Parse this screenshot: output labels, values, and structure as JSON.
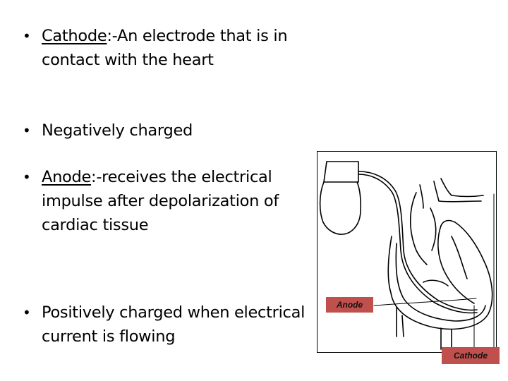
{
  "slide": {
    "bullets": [
      {
        "term": "Cathode",
        "text": ":-An electrode that is in contact with the heart"
      },
      {
        "term": "",
        "text": "Negatively charged"
      },
      {
        "term": "Anode",
        "text": ":-receives the electrical impulse after depolarization of cardiac tissue"
      },
      {
        "term": "",
        "text": "Positively charged when electrical current is flowing"
      }
    ],
    "bullet_glyph": "•"
  },
  "figure": {
    "description": "pacemaker-with-lead-in-heart-illustration",
    "labels": {
      "anode": "Anode",
      "cathode": "Cathode"
    },
    "label_color": "#c0504d"
  }
}
